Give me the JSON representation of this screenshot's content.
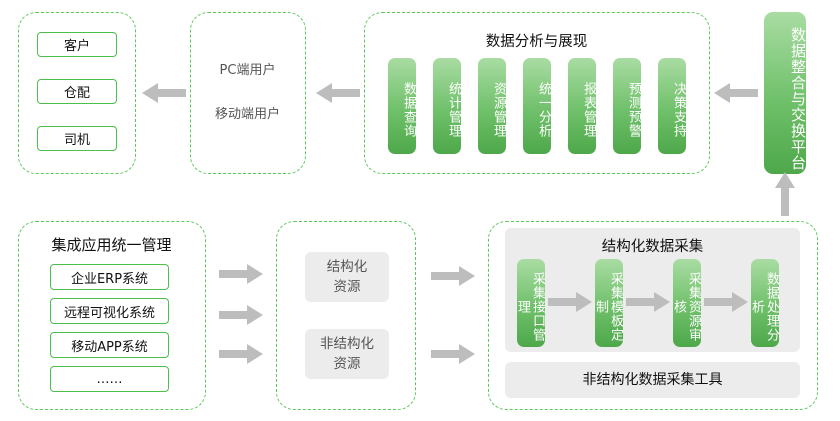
{
  "targets": [
    "客户",
    "仓配",
    "司机"
  ],
  "users": [
    "PC端用户",
    "移动端用户"
  ],
  "analysis": {
    "title": "数据分析与展现",
    "items": [
      "数据查询",
      "统计管理",
      "资源管理",
      "统一分析",
      "报表管理",
      "预测预警",
      "决策支持"
    ]
  },
  "exchange_platform": "数据整合与交换平台",
  "integration": {
    "title": "集成应用统一管理",
    "items": [
      "企业ERP系统",
      "远程可视化系统",
      "移动APP系统",
      "……"
    ]
  },
  "resources": [
    "结构化\n资源",
    "非结构化\n资源"
  ],
  "collection": {
    "structured_title": "结构化数据采集",
    "steps": [
      "采集接口管理",
      "采集模板定制",
      "采集资源审核",
      "数据处理分析"
    ],
    "unstructured_tool": "非结构化数据采集工具"
  },
  "colors": {
    "green": "#5cc85c",
    "arrow_gray": "#bdbdbd",
    "panel_gray": "#ececec"
  }
}
